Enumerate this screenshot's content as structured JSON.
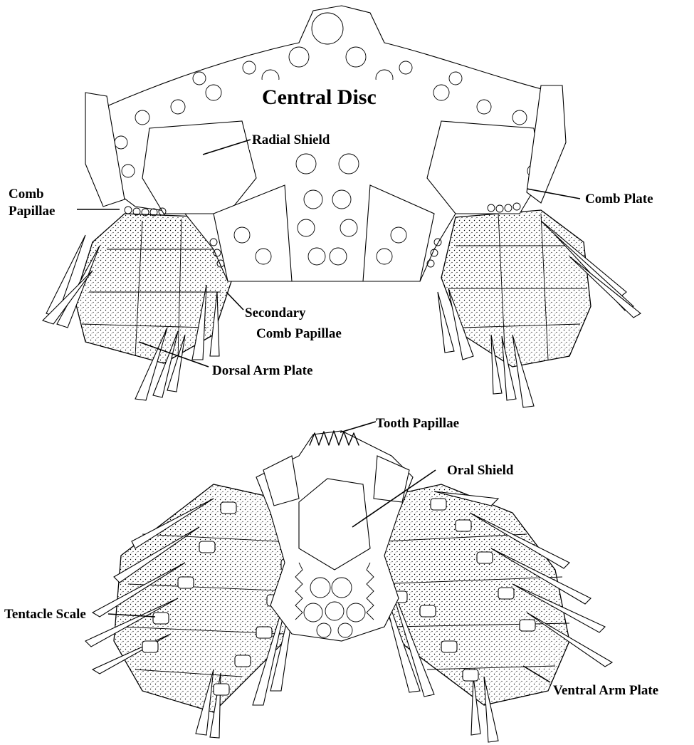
{
  "labels": {
    "central_disc": "Central Disc",
    "radial_shield": "Radial Shield",
    "comb_papillae_line1": "Comb",
    "comb_papillae_line2": "Papillae",
    "comb_plate": "Comb Plate",
    "secondary_comb_papillae_line1": "Secondary",
    "secondary_comb_papillae_line2": "Comb Papillae",
    "dorsal_arm_plate": "Dorsal Arm Plate",
    "tooth_papillae": "Tooth Papillae",
    "oral_shield": "Oral Shield",
    "tentacle_scale": "Tentacle Scale",
    "ventral_arm_plate": "Ventral Arm Plate"
  },
  "colors": {
    "ink": "#000000",
    "paper": "#ffffff"
  }
}
